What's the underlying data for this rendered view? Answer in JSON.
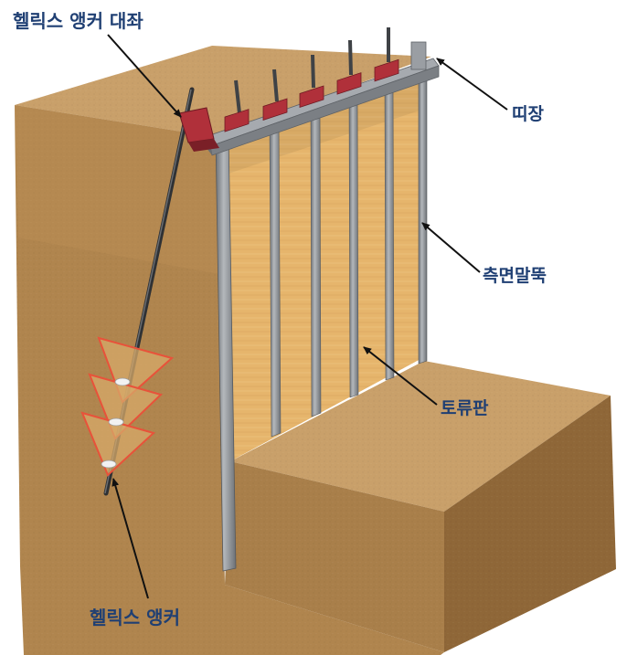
{
  "diagram": {
    "labels": {
      "anchor_block": "헬릭스 앵커 대좌",
      "wale": "띠장",
      "side_pile": "측면말뚝",
      "lagging": "토류판",
      "helix_anchor": "헬릭스 앵커"
    },
    "colors": {
      "soil_front": "#b68a52",
      "soil_top": "#c79c63",
      "soil_dark": "#9c733f",
      "lagging_wood": "#e7b870",
      "steel": "#8b8f94",
      "steel_dark": "#5e6267",
      "bracket_red": "#b0303a",
      "label_text": "#1f3f73",
      "helix_outline": "#e8523a",
      "helix_fill": "#d7a96a"
    }
  }
}
